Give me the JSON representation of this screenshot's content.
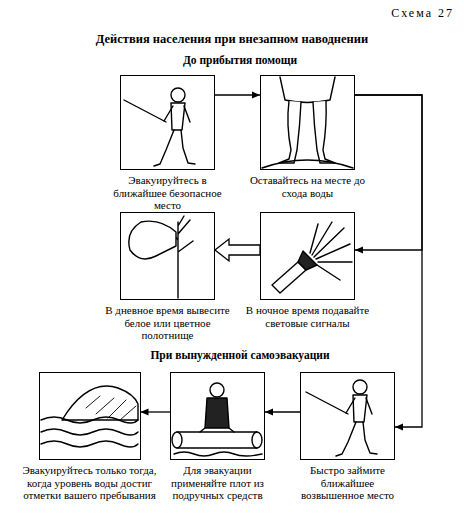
{
  "diagram": {
    "title": "Действия населения при внезапном наводнении",
    "nodes": [
      {
        "text": [
          "Эвакуируйтесь в ближайшее безопасное место"
        ]
      },
      {
        "text": [
          "Оставайтесь на месте до схода воды"
        ]
      },
      {
        "text": [
          "В дневное время вывесите белое или цветное полотнище"
        ]
      },
      {
        "text": [
          "В ночное время подавайте световые сигналы"
        ]
      },
      {
        "text": [
          "Эвакуируйтесь только тогда, когда уровень воды достиг отметки вашего пребывания"
        ]
      },
      {
        "text": [
          "Для эвакуации применяйте плот из подручных средств"
        ]
      },
      {
        "text": [
          "Быстро займите ближайшее возвышенное место"
        ]
      }
    ],
    "edges": [
      {
        "from": 0,
        "to": 1,
        "arrow": "to"
      },
      {
        "from": 1,
        "to": 3,
        "arrow": "to"
      },
      {
        "from": 1,
        "to": 6,
        "arrow": "to"
      },
      {
        "from": 3,
        "to": 2,
        "arrow": "to"
      },
      {
        "from": 6,
        "to": 5,
        "arrow": "to"
      },
      {
        "from": 5,
        "to": 4,
        "arrow": "to"
      }
    ],
    "labels": [
      "Схема 27",
      "До прибытия помощи",
      "При вынужденной самоэвакуации"
    ]
  }
}
